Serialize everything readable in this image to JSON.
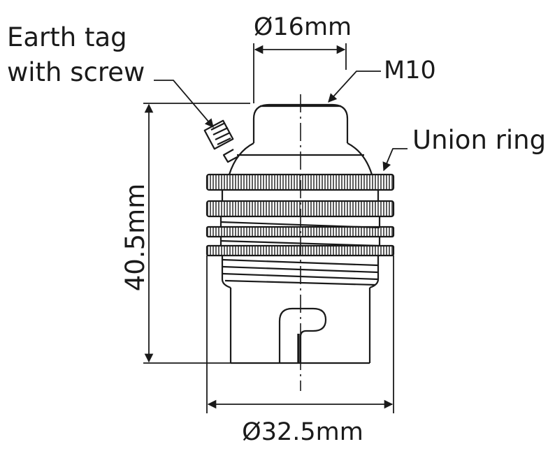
{
  "labels": {
    "earth_tag_line1": "Earth tag",
    "earth_tag_line2": "with screw",
    "thread_size": "M10",
    "union_ring": "Union ring",
    "top_diameter": "Ø16mm",
    "height": "40.5mm",
    "base_diameter": "Ø32.5mm"
  },
  "colors": {
    "ink": "#1a1a1a",
    "background": "#ffffff"
  }
}
